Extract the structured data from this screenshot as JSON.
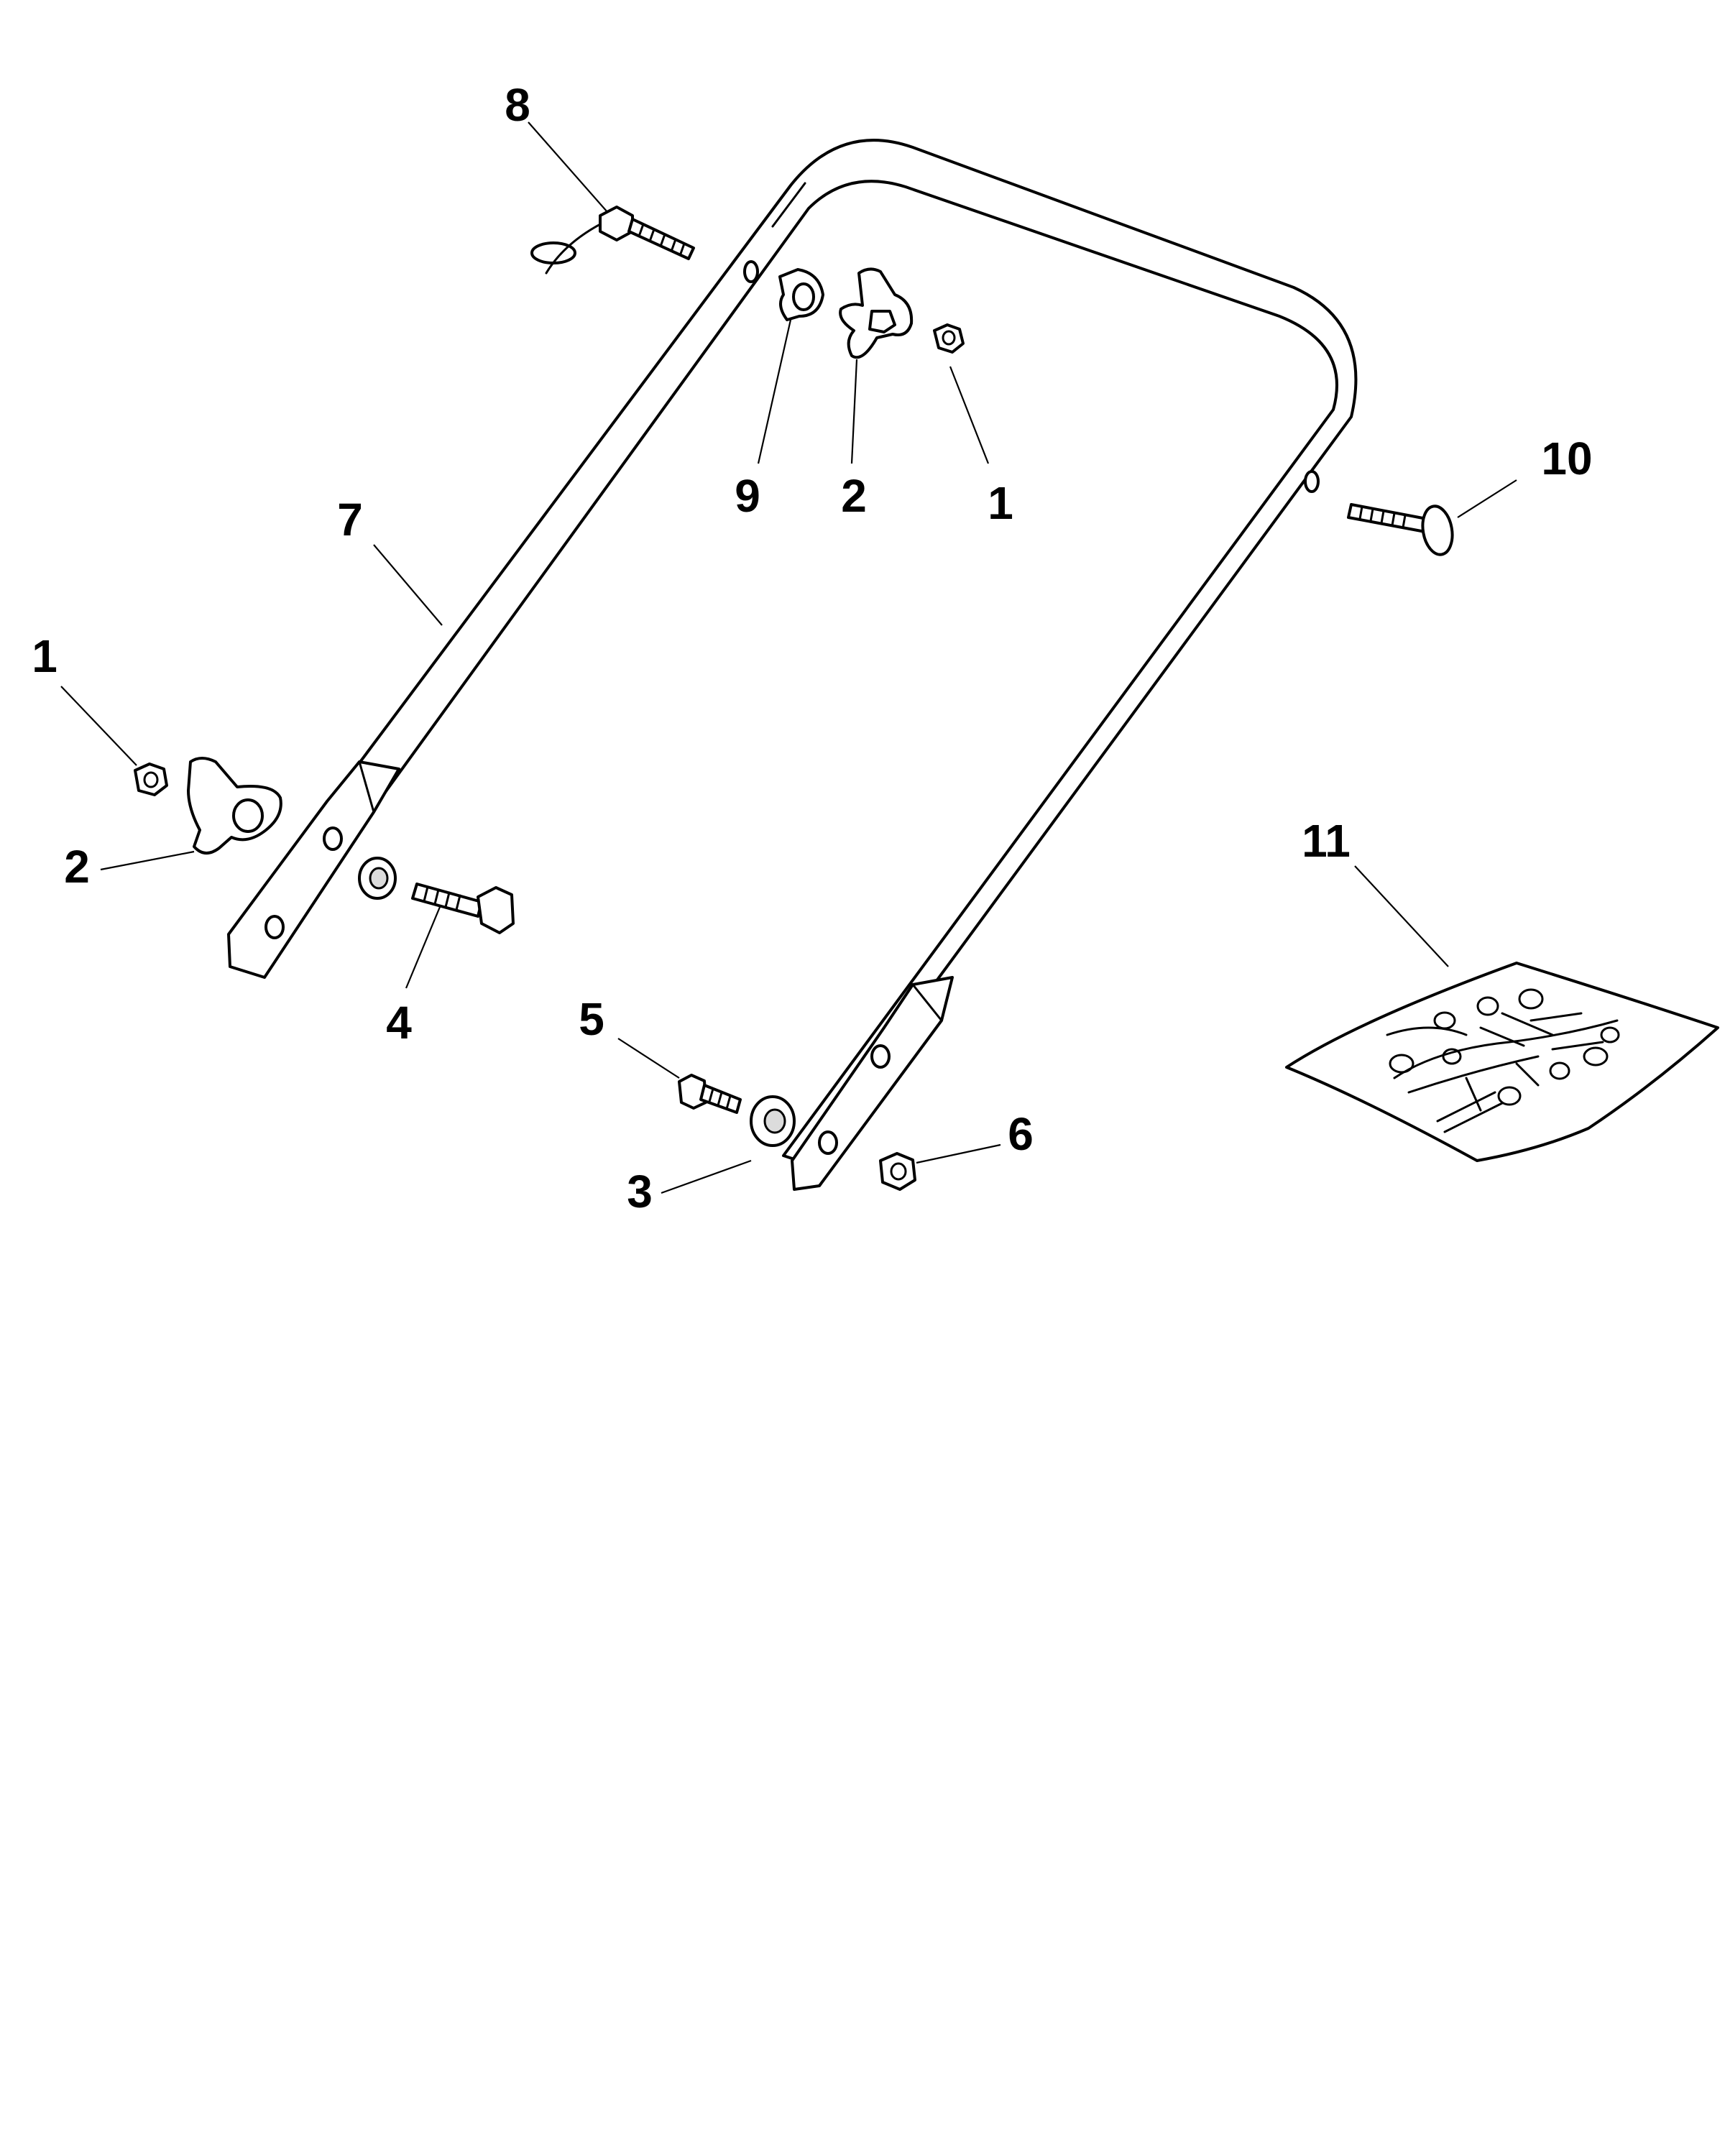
{
  "diagram": {
    "type": "exploded-parts-diagram",
    "subject-icon": "lawnmower-handle-assembly",
    "line_color": "#000000",
    "background": "#ffffff",
    "callouts": [
      {
        "id": "c8",
        "label": "8",
        "part": "cable-clip-bolt"
      },
      {
        "id": "c9",
        "label": "9",
        "part": "cable-guide"
      },
      {
        "id": "c2a",
        "label": "2",
        "part": "wing-knob"
      },
      {
        "id": "c1a",
        "label": "1",
        "part": "nut"
      },
      {
        "id": "c10",
        "label": "10",
        "part": "carriage-bolt"
      },
      {
        "id": "c7",
        "label": "7",
        "part": "handle-frame"
      },
      {
        "id": "c1b",
        "label": "1",
        "part": "nut"
      },
      {
        "id": "c2b",
        "label": "2",
        "part": "wing-knob"
      },
      {
        "id": "c4",
        "label": "4",
        "part": "hex-bolt"
      },
      {
        "id": "c5",
        "label": "5",
        "part": "short-bolt"
      },
      {
        "id": "c3",
        "label": "3",
        "part": "spacer-washer"
      },
      {
        "id": "c6",
        "label": "6",
        "part": "lock-nut"
      },
      {
        "id": "c11",
        "label": "11",
        "part": "hardware-kit-bag"
      }
    ]
  }
}
